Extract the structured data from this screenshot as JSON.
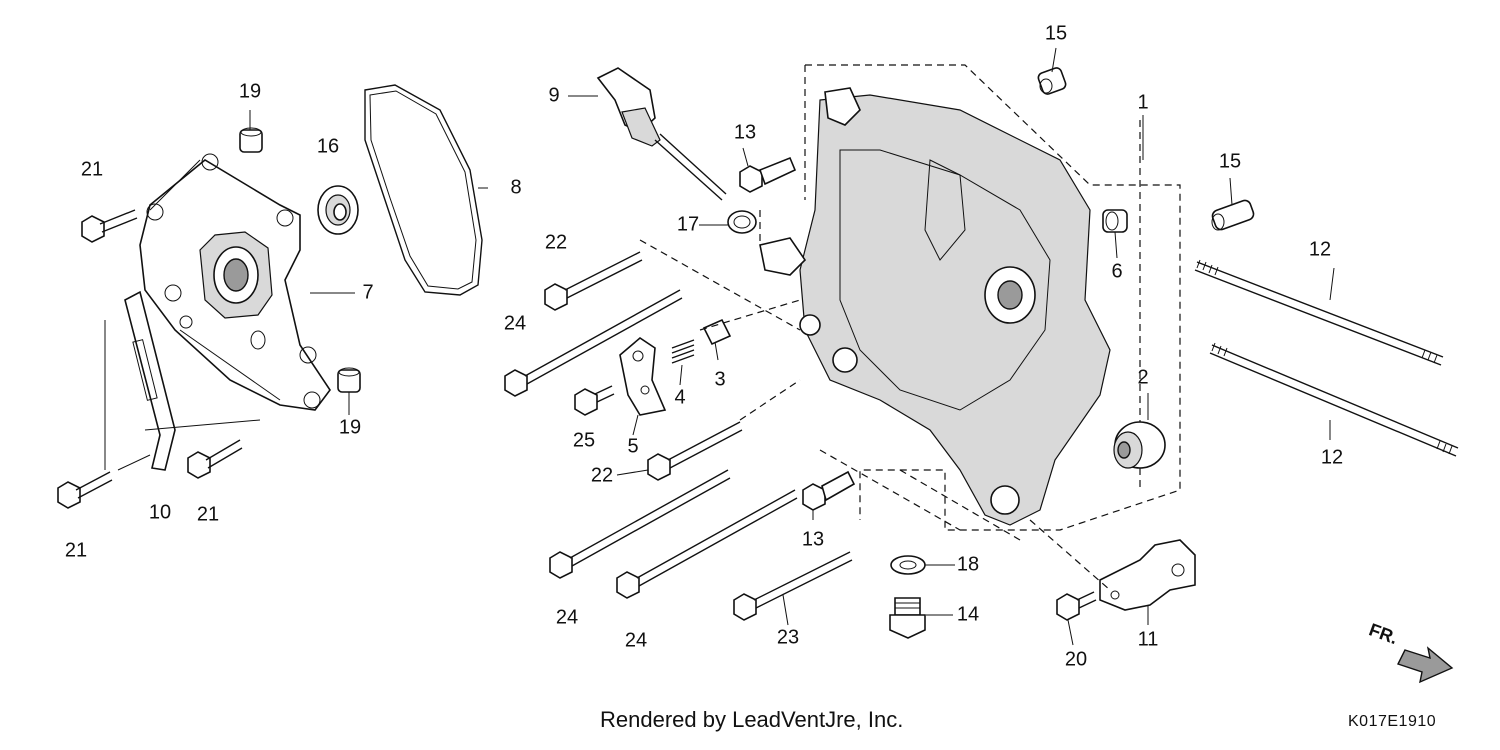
{
  "labels": [
    "1",
    "2",
    "3",
    "4",
    "5",
    "6",
    "7",
    "8",
    "9",
    "10",
    "11",
    "12",
    "12",
    "13",
    "13",
    "14",
    "15",
    "15",
    "16",
    "17",
    "18",
    "19",
    "19",
    "20",
    "21",
    "21",
    "21",
    "22",
    "22",
    "23",
    "24",
    "24",
    "24",
    "25"
  ],
  "direction_label": "FR.",
  "footer": {
    "credit": "Rendered by LeadVentJre, Inc.",
    "code": "K017E1910"
  }
}
